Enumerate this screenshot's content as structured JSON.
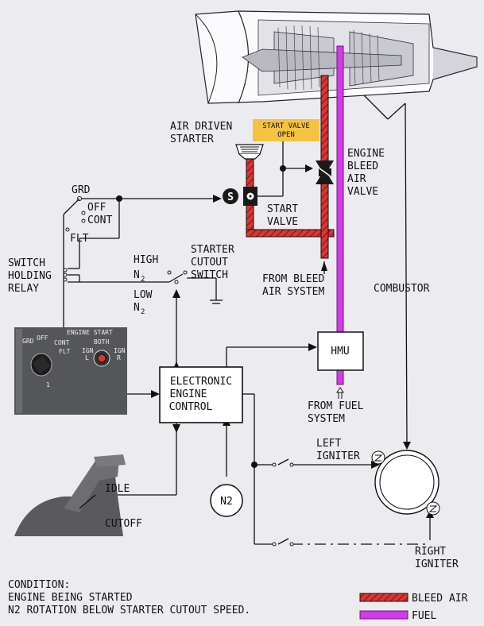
{
  "labels": {
    "air_driven_starter_1": "AIR DRIVEN",
    "air_driven_starter_2": "STARTER",
    "start_valve_open_1": "START VALVE",
    "start_valve_open_2": "OPEN",
    "engine_bleed_1": "ENGINE",
    "engine_bleed_2": "BLEED",
    "engine_bleed_3": "AIR",
    "engine_bleed_4": "VALVE",
    "start_valve_1": "START",
    "start_valve_2": "VALVE",
    "starter_cutout_1": "STARTER",
    "starter_cutout_2": "CUTOUT",
    "starter_cutout_3": "SWITCH",
    "high_n2": "HIGH",
    "low_n2": "LOW",
    "n2_sub": "N",
    "n2_digit": "2",
    "from_bleed_1": "FROM BLEED",
    "from_bleed_2": "AIR SYSTEM",
    "combustor": "COMBUSTOR",
    "hmu": "HMU",
    "eec_1": "ELECTRONIC",
    "eec_2": "ENGINE",
    "eec_3": "CONTROL",
    "from_fuel_1": "FROM FUEL",
    "from_fuel_2": "SYSTEM",
    "left_igniter_1": "LEFT",
    "left_igniter_2": "IGNITER",
    "right_igniter_1": "RIGHT",
    "right_igniter_2": "IGNITER",
    "switch_holding_1": "SWITCH",
    "switch_holding_2": "HOLDING",
    "switch_holding_3": "RELAY",
    "grd": "GRD",
    "off": "OFF",
    "cont": "CONT",
    "flt": "FLT",
    "idle": "IDLE",
    "cutoff": "CUTOFF",
    "n2_sensor": "N2",
    "s_symbol": "S"
  },
  "panel": {
    "engine_start": "ENGINE START",
    "grd": "GRD",
    "off": "OFF",
    "cont": "CONT",
    "flt": "FLT",
    "both": "BOTH",
    "ign_l_1": "IGN",
    "ign_l_2": "L",
    "ign_r_1": "IGN",
    "ign_r_2": "R",
    "knob_num": "1"
  },
  "condition": {
    "line1": "CONDITION:",
    "line2": "ENGINE BEING STARTED",
    "line3": "N2 ROTATION BELOW STARTER CUTOUT SPEED."
  },
  "legend": {
    "bleed_air": "BLEED AIR",
    "fuel": "FUEL"
  },
  "colors": {
    "bleed_air": "#d93636",
    "fuel": "#d23be6",
    "start_valve_open_box": "#f5c242",
    "panel": "#55565a"
  }
}
